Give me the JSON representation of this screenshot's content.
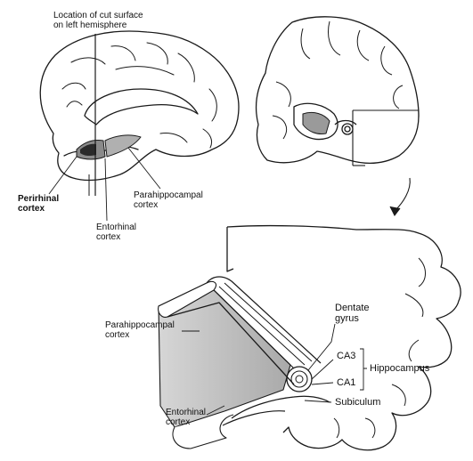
{
  "labels": {
    "cut_location": [
      "Location of cut surface",
      "on left hemisphere"
    ],
    "perirhinal_top": [
      "Perirhinal",
      "cortex"
    ],
    "entorhinal_top": [
      "Entorhinal",
      "cortex"
    ],
    "parahippocampal_top": [
      "Parahippocampal",
      "cortex"
    ],
    "parahippocampal_bottom": [
      "Parahippocampal",
      "cortex"
    ],
    "entorhinal_bottom": [
      "Entorhinal",
      "cortex"
    ],
    "dentate_gyrus": [
      "Dentate",
      "gyrus"
    ],
    "ca3": "CA3",
    "ca1": "CA1",
    "hippocampus": "Hippocampus",
    "subiculum": "Subiculum"
  },
  "colors": {
    "line": "#1a1a1a",
    "cortex_shade": "#b9b9b9",
    "cortex_dark": "#5a5a5a",
    "background": "#ffffff"
  }
}
